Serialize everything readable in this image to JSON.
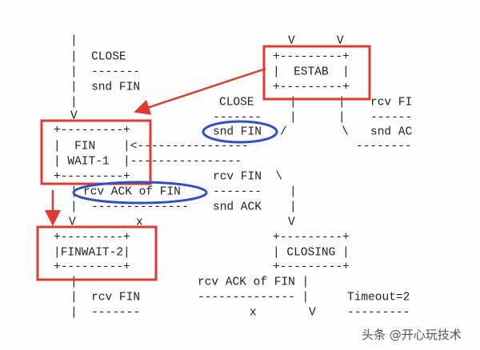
{
  "diagram": {
    "lines": [
      "|",
      "V      V",
      "|  CLOSE",
      "+---------+",
      "|  -------",
      "|  ESTAB  |",
      "|  snd FIN",
      "+---------+",
      "|",
      "CLOSE",
      "|      |",
      "rcv FI",
      "V",
      "-------",
      "|      |",
      "------",
      "+---------+",
      "snd FIN",
      "/",
      "\\",
      "snd AC",
      "|  FIN    |<----------------",
      "--------",
      "| WAIT-1  |----------------",
      "+---------+",
      "rcv FIN  \\",
      "|",
      "rcv ACK of FIN",
      "-------",
      "|",
      "|  --------------",
      "snd ACK",
      "|",
      "V",
      "x",
      "V",
      "+---------+",
      "+---------+",
      "|FINWAIT-2|",
      "| CLOSING |",
      "+---------+",
      "+---------+",
      "|",
      "rcv ACK of FIN |",
      "|  rcv FIN",
      "-------------- |",
      "Timeout=2",
      "|  -------",
      "x",
      "V",
      "---------"
    ],
    "highlight_colors": {
      "box": "#e03a33",
      "ellipse": "#2f4fc4",
      "arrow": "#e03a33"
    },
    "highlighted_states": [
      "ESTAB",
      "FIN WAIT-1",
      "FINWAIT-2"
    ],
    "circled_labels": [
      "snd FIN",
      "rcv ACK of FIN"
    ]
  },
  "watermark": "头条 @开心玩技术"
}
